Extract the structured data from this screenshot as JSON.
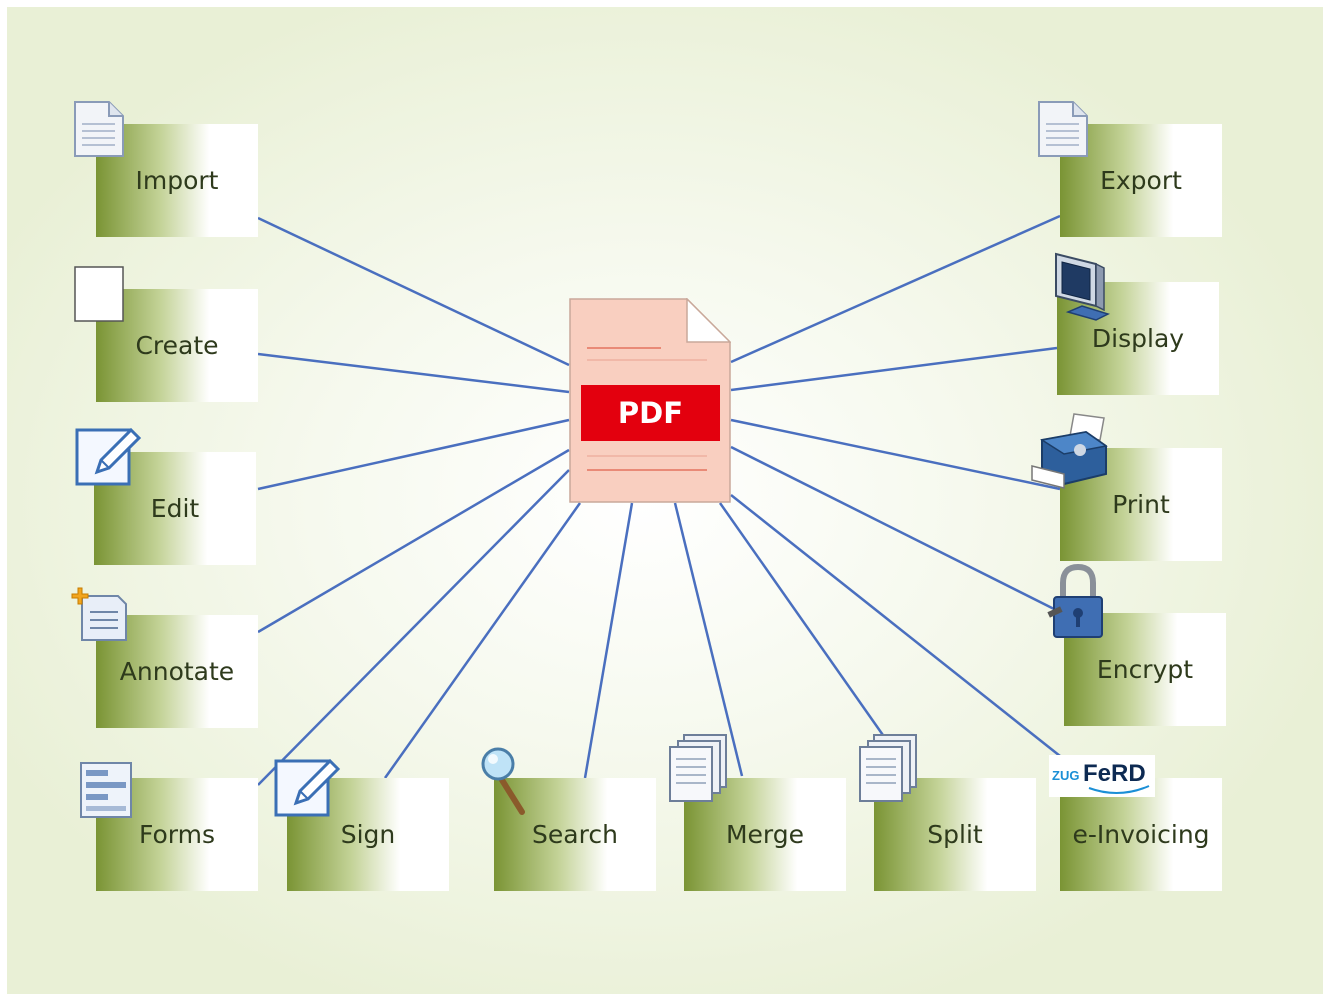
{
  "center": {
    "label": "PDF"
  },
  "nodes": [
    {
      "id": "import",
      "label": "Import",
      "icon": "document-icon"
    },
    {
      "id": "create",
      "label": "Create",
      "icon": "blank-page-icon"
    },
    {
      "id": "edit",
      "label": "Edit",
      "icon": "edit-pencil-icon"
    },
    {
      "id": "annotate",
      "label": "Annotate",
      "icon": "annotate-note-icon"
    },
    {
      "id": "forms",
      "label": "Forms",
      "icon": "form-icon"
    },
    {
      "id": "sign",
      "label": "Sign",
      "icon": "sign-pencil-icon"
    },
    {
      "id": "search",
      "label": "Search",
      "icon": "magnifier-icon"
    },
    {
      "id": "merge",
      "label": "Merge",
      "icon": "stacked-documents-icon"
    },
    {
      "id": "split",
      "label": "Split",
      "icon": "stacked-documents-icon"
    },
    {
      "id": "einvoicing",
      "label": "e-Invoicing",
      "icon": "zugferd-logo-icon",
      "logo_text": "ZUGFeRD"
    },
    {
      "id": "encrypt",
      "label": "Encrypt",
      "icon": "padlock-icon"
    },
    {
      "id": "print",
      "label": "Print",
      "icon": "printer-icon"
    },
    {
      "id": "display",
      "label": "Display",
      "icon": "monitor-icon"
    },
    {
      "id": "export",
      "label": "Export",
      "icon": "document-icon"
    }
  ],
  "colors": {
    "line": "#4a6fbf",
    "box_green": "#7a9434",
    "pdf_red": "#e3000e",
    "pdf_page": "#f9cfc0",
    "background": "#e9f0d6"
  }
}
